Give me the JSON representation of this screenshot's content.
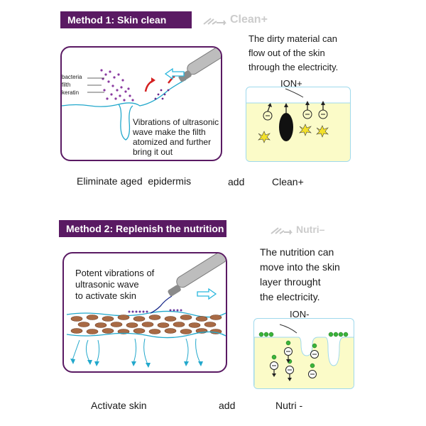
{
  "method1": {
    "banner": "Method 1: Skin clean",
    "mode_label": "Clean+",
    "description": [
      "The dirty material can",
      "flow out of the skin",
      "through the electricity."
    ],
    "ion_label": "ION+",
    "panel_text": [
      "Vibrations of ultrasonic",
      "wave make the filth",
      "atomized and further",
      "bring it out"
    ],
    "labels": [
      "bacteria",
      "filth",
      "keratin"
    ],
    "captions": {
      "left": "Eliminate aged  epidermis",
      "middle": "add",
      "right": "Clean+"
    }
  },
  "method2": {
    "banner": "Method 2: Replenish the nutrition",
    "mode_label": "Nutri–",
    "description": [
      "The nutrition can",
      "move into the skin",
      "layer throught",
      "the electricity."
    ],
    "ion_label": "ION-",
    "panel_text": [
      "Potent vibrations of",
      "ultrasonic wave",
      "to activate skin"
    ],
    "captions": {
      "left": "Activate skin",
      "middle": "add",
      "right": "Nutri -"
    }
  },
  "colors": {
    "banner": "#5a1a63",
    "cell_fill": "#fbfbc8",
    "water_blue": "#22a8cc",
    "dot_purple": "#8a3aa0"
  },
  "icons": [
    "probe-icon",
    "arrow-icon"
  ]
}
